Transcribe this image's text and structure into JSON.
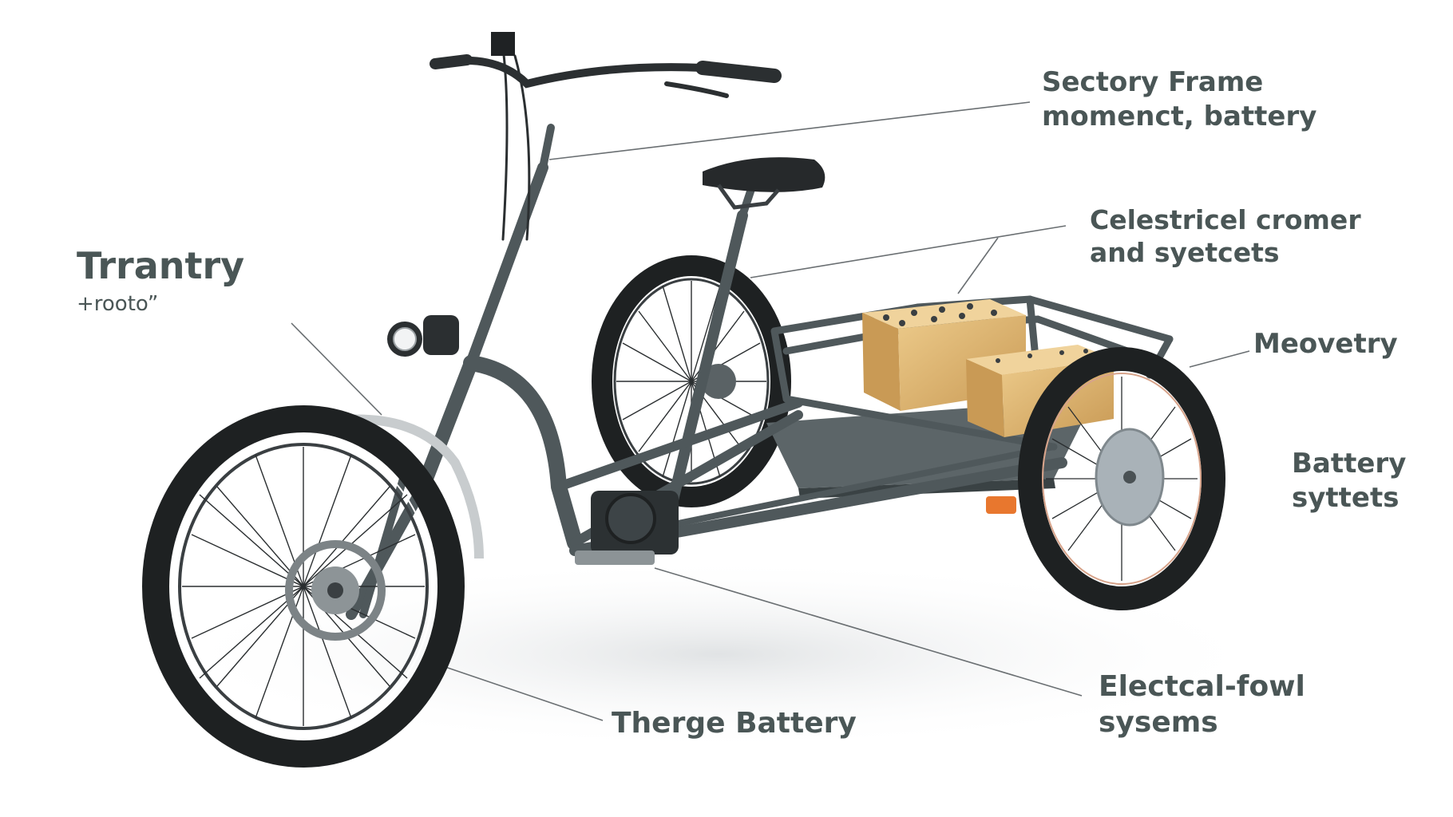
{
  "colors": {
    "frame": "#4f585b",
    "frame_dark": "#3a4244",
    "tire": "#1e2122",
    "spoke": "#2a2e30",
    "battery": "#e0b978",
    "battery_shade": "#c79a55",
    "hub_disc": "#a9b2b8",
    "leader": "#6a6f72",
    "label": "#4a5656",
    "accent": "#e8772e"
  },
  "labels": {
    "top_right": [
      "Sectory Frame",
      "momenct, battery"
    ],
    "mid_right": [
      "Celestricel cromer",
      "and syetcets"
    ],
    "right_a": [
      "Meovetry"
    ],
    "right_b": [
      "Battery",
      "syttets"
    ],
    "bottom_right": [
      "Electcal-fowl",
      "sysems"
    ],
    "bottom_center": [
      "Therge Battery"
    ],
    "left_title": "Trrantry",
    "left_sub": "+rooto”"
  }
}
